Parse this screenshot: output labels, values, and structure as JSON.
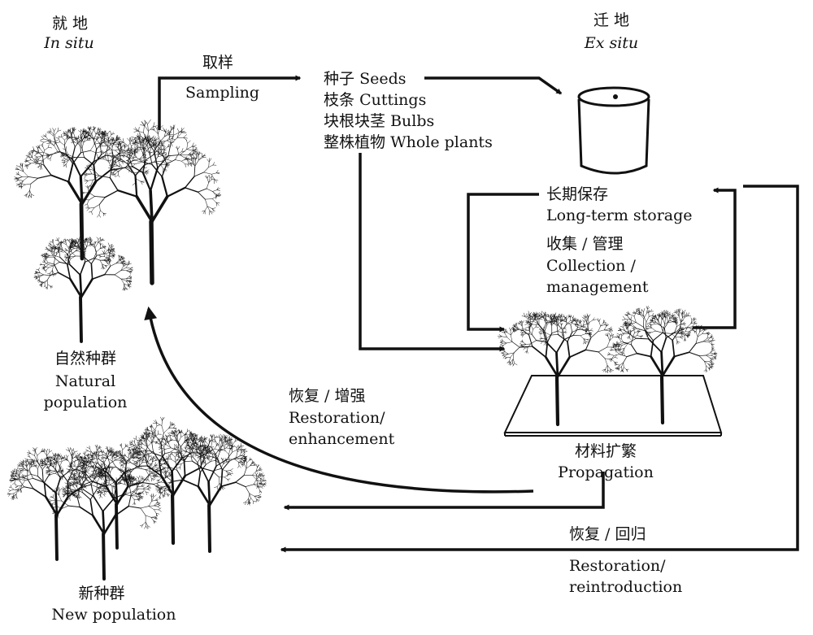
{
  "in_situ": {
    "zh": "就 地",
    "en": "In situ"
  },
  "ex_situ": {
    "zh": "迁 地",
    "en": "Ex situ"
  },
  "sampling": {
    "zh": "取样",
    "en": "Sampling"
  },
  "materials": [
    {
      "zh": "种子",
      "en": "Seeds"
    },
    {
      "zh": "枝条",
      "en": "Cuttings"
    },
    {
      "zh": "块根块茎",
      "en": "Bulbs"
    },
    {
      "zh": "整株植物",
      "en": "Whole plants"
    }
  ],
  "long_term_storage": {
    "zh": "长期保存",
    "en": "Long-term storage"
  },
  "collection": {
    "zh": "收集 / 管理",
    "en1": "Collection /",
    "en2": "management"
  },
  "natural_population": {
    "zh": "自然种群",
    "en1": "Natural",
    "en2": "population"
  },
  "restoration_enhancement": {
    "zh": "恢复 / 增强",
    "en1": "Restoration/",
    "en2": "enhancement"
  },
  "propagation": {
    "zh": "材料扩繁",
    "en": "Propagation"
  },
  "new_population": {
    "zh": "新种群",
    "en": "New population"
  },
  "restoration_reintroduction": {
    "zh": "恢复 / 回归",
    "en1": "Restoration/",
    "en2": "reintroduction"
  }
}
